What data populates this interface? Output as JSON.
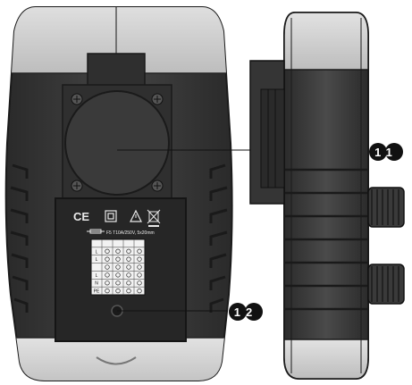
{
  "labels": {
    "ce_mark": "CE",
    "fuse_text": "F5 T10A/250V, 5x20mm",
    "callout_11": "11",
    "callout_12": "12"
  },
  "table": {
    "rows": [
      "L",
      "L",
      "",
      "L",
      "N",
      "PE"
    ]
  },
  "colors": {
    "body_dark": "#3b3b3b",
    "body_top": "#c9c9c9",
    "panel": "#2a2a2a",
    "callout": "#111111"
  }
}
